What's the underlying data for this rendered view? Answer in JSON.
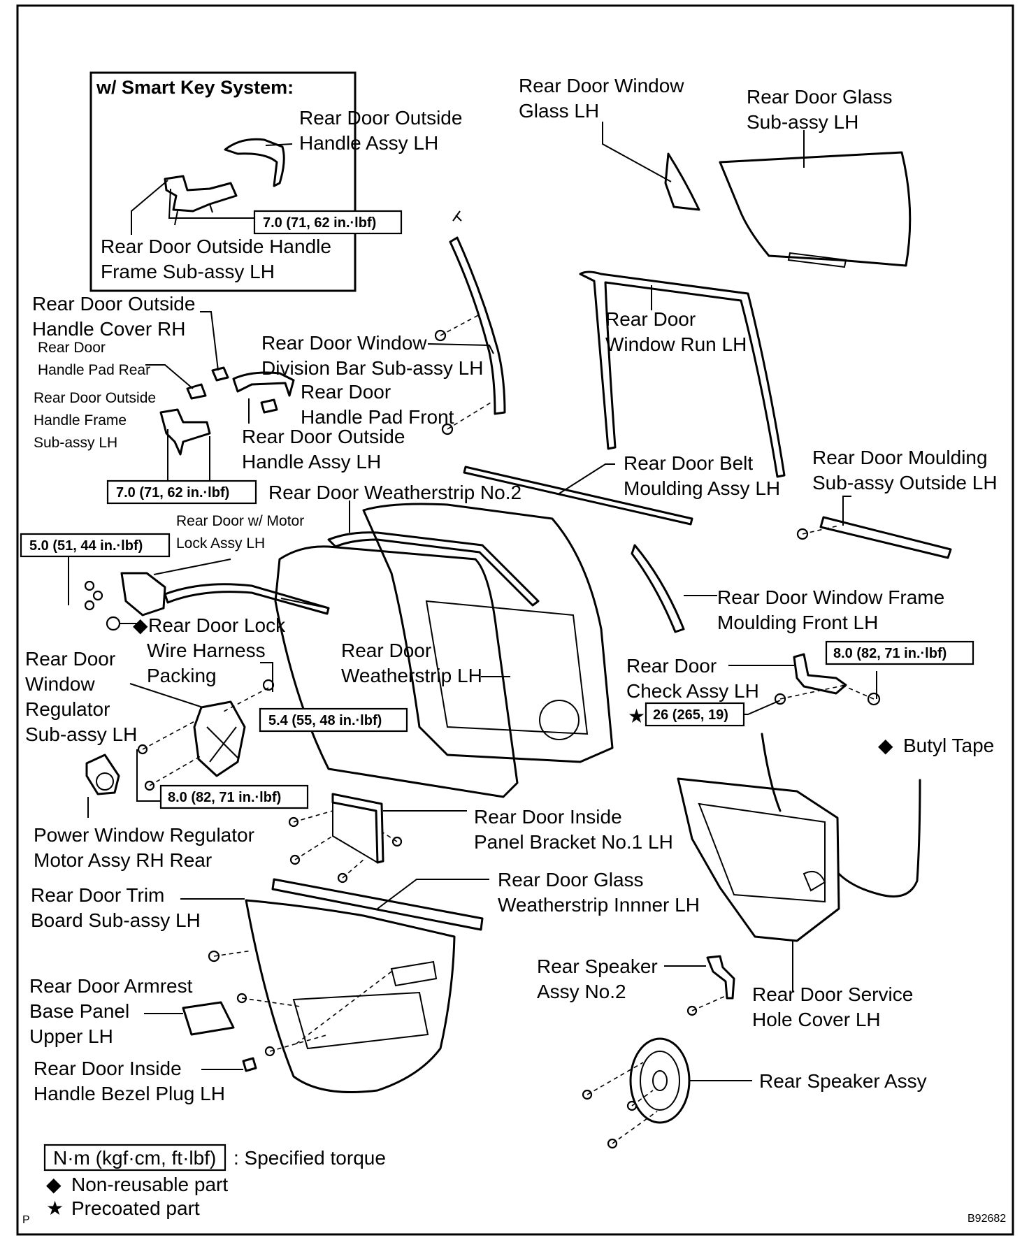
{
  "header": {
    "smart_key_title": "w/ Smart Key System:"
  },
  "labels": {
    "outside_handle_assy_sk_1": "Rear Door Outside",
    "outside_handle_assy_sk_2": "Handle Assy LH",
    "outside_handle_frame_sk_1": "Rear Door Outside Handle",
    "outside_handle_frame_sk_2": "Frame  Sub-assy  LH",
    "window_glass_1": "Rear Door Window",
    "window_glass_2": "Glass LH",
    "glass_subassy_1": "Rear Door Glass",
    "glass_subassy_2": "Sub-assy  LH",
    "handle_cover_1": "Rear Door Outside",
    "handle_cover_2": "Handle Cover RH",
    "pad_rear_1": "Rear Door",
    "pad_rear_2": "Handle Pad Rear",
    "division_bar_1": "Rear Door Window",
    "division_bar_2": "Division Bar Sub-assy LH",
    "window_run_1": "Rear Door",
    "window_run_2": "Window Run LH",
    "handle_frame_1": "Rear Door Outside",
    "handle_frame_2": "Handle Frame",
    "handle_frame_3": "Sub-assy  LH",
    "pad_front_1": "Rear Door",
    "pad_front_2": "Handle Pad Front",
    "outside_handle_1": "Rear Door Outside",
    "outside_handle_2": "Handle Assy LH",
    "belt_moulding_1": "Rear Door Belt",
    "belt_moulding_2": "Moulding Assy LH",
    "moulding_outside_1": "Rear Door Moulding",
    "moulding_outside_2": "Sub-assy  Outside LH",
    "weatherstrip_no2": "Rear Door Weatherstrip No.2",
    "motor_lock_1": "Rear Door w/ Motor",
    "motor_lock_2": "Lock Assy LH",
    "lock_wire_1": "Rear Door Lock",
    "lock_wire_2": "Wire Harness",
    "lock_wire_3": "Packing",
    "frame_moulding_1": "Rear Door Window Frame",
    "frame_moulding_2": "Moulding Front LH",
    "regulator_1": "Rear Door",
    "regulator_2": "Window",
    "regulator_3": "Regulator",
    "regulator_4": "Sub-assy  LH",
    "weatherstrip_1": "Rear Door",
    "weatherstrip_2": "Weatherstrip LH",
    "check_assy_1": "Rear Door",
    "check_assy_2": "Check Assy LH",
    "butyl_tape": "Butyl Tape",
    "pw_motor_1": "Power Window Regulator",
    "pw_motor_2": "Motor Assy RH Rear",
    "panel_bracket_1": "Rear Door Inside",
    "panel_bracket_2": "Panel Bracket No.1 LH",
    "trim_board_1": "Rear Door Trim",
    "trim_board_2": "Board  Sub-assy  LH",
    "glass_weatherstrip_1": "Rear Door Glass",
    "glass_weatherstrip_2": "Weatherstrip Innner LH",
    "speaker_no2_1": "Rear Speaker",
    "speaker_no2_2": "Assy No.2",
    "armrest_1": "Rear Door Armrest",
    "armrest_2": "Base Panel",
    "armrest_3": "Upper LH",
    "service_cover_1": "Rear Door Service",
    "service_cover_2": "Hole Cover LH",
    "bezel_plug_1": "Rear Door Inside",
    "bezel_plug_2": "Handle Bezel Plug LH",
    "speaker_assy": "Rear Speaker Assy"
  },
  "torques": {
    "sk_frame": "7.0 (71, 62 in.·lbf)",
    "handle_frame": "7.0 (71, 62 in.·lbf)",
    "lock_assy": "5.0 (51, 44 in.·lbf)",
    "check_top": "8.0 (82, 71 in.·lbf)",
    "check_body": "26 (265, 19)",
    "regulator_top": "5.4 (55, 48 in.·lbf)",
    "regulator_bottom": "8.0 (82, 71 in.·lbf)"
  },
  "legend": {
    "torque_unit": "N·m (kgf·cm, ft·lbf)",
    "torque_text": ": Specified torque",
    "nonreusable_symbol": "◆",
    "nonreusable_text": "Non-reusable  part",
    "precoated_symbol": "★",
    "precoated_text": "Precoated part"
  },
  "symbols": {
    "nonreusable": "◆",
    "precoated": "★"
  },
  "footer": {
    "corner_mark": "P",
    "figure_code": "B92682"
  }
}
